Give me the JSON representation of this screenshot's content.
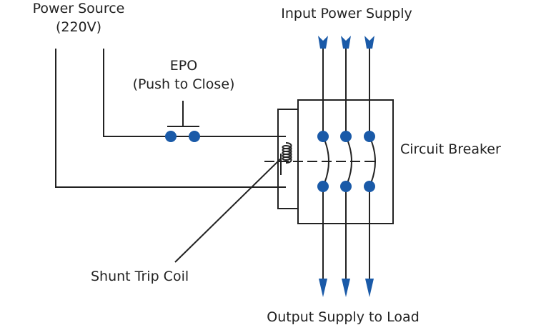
{
  "labels": {
    "power_source": "Power Source",
    "power_voltage": "(220V)",
    "epo": "EPO",
    "epo_note": "(Push to Close)",
    "input": "Input Power Supply",
    "breaker": "Circuit Breaker",
    "coil": "Shunt Trip Coil",
    "output": "Output Supply to Load"
  },
  "colors": {
    "line": "#222222",
    "accent": "#1a5aa8"
  }
}
